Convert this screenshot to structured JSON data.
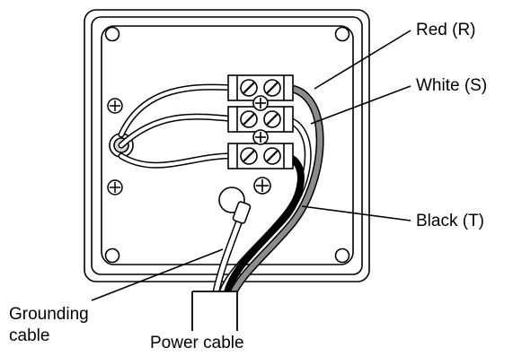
{
  "labels": {
    "red": "Red (R)",
    "white": "White (S)",
    "black": "Black (T)",
    "grounding_line1": "Grounding",
    "grounding_line2": "cable",
    "power": "Power cable"
  },
  "colors": {
    "outline": "#000000",
    "red_wire": "#8c8c8c",
    "white_wire": "#ffffff",
    "black_wire": "#111111",
    "background": "#ffffff"
  }
}
